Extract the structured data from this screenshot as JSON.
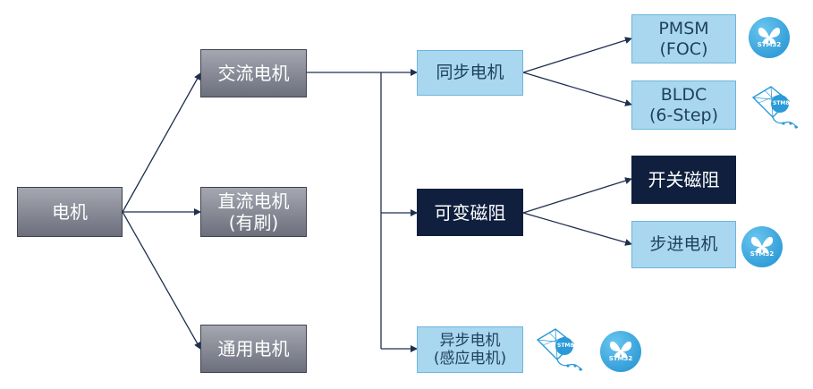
{
  "nodes": {
    "motor": "电机",
    "ac_motor": "交流电机",
    "dc_motor": [
      "直流电机",
      "(有刷)"
    ],
    "universal_motor": "通用电机",
    "sync_motor": "同步电机",
    "variable_reluctance": "可变磁阻",
    "async_motor": [
      "异步电机",
      "(感应电机)"
    ],
    "pmsm": [
      "PMSM",
      "(FOC)"
    ],
    "bldc": [
      "BLDC",
      "(6-Step)"
    ],
    "switched_reluctance": "开关磁阻",
    "stepper_motor": "步进电机"
  },
  "icons": {
    "stm32_label": "STM32",
    "stm8_label": "STM8",
    "colors": {
      "badge": "#2a9ad8",
      "kite": "#2a9ad8",
      "gray_box": "#8a8c97",
      "light_box": "#a8d7ef",
      "dark_box": "#0f1f3d",
      "connector": "#1f2f4f"
    }
  }
}
